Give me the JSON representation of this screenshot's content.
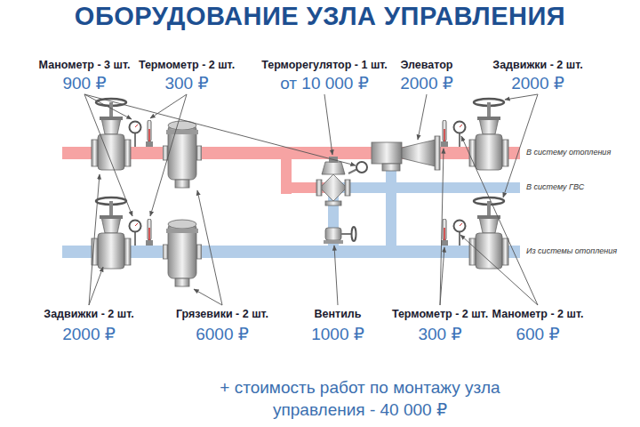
{
  "diagram": {
    "title": "ОБОРУДОВАНИЕ УЗЛА УПРАВЛЕНИЯ",
    "caption": "+ стоимость работ по монтажу узла управления - 40 000 ₽",
    "labels": [
      "Манометр - 3 шт.",
      "900 ₽",
      "Термометр - 2 шт.",
      "300 ₽",
      "Терморегулятор - 1 шт.",
      "от 10 000 ₽",
      "Элеватор",
      "2000 ₽",
      "Задвижки - 2 шт.",
      "2000 ₽",
      "В систему отопления",
      "В систему ГВС",
      "Из системы отопления",
      "Задвижки - 2 шт.",
      "2000 ₽",
      "Грязевики - 2 шт.",
      "6000 ₽",
      "Вентиль",
      "1000 ₽",
      "Термометр - 2 шт.",
      "300 ₽",
      "Манометр - 2 шт.",
      "600 ₽"
    ]
  }
}
